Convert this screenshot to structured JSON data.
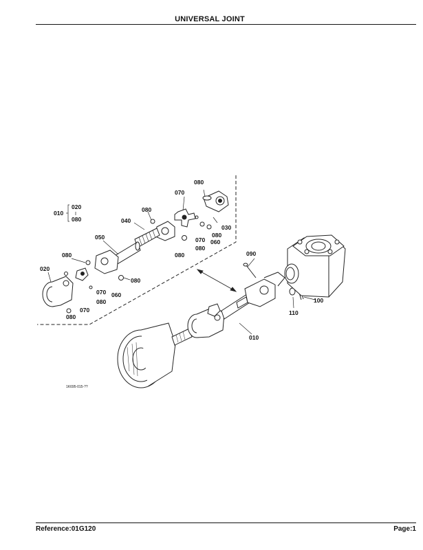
{
  "page": {
    "title": "UNIVERSAL JOINT",
    "reference": "Reference:01G120",
    "page_number": "Page:1"
  },
  "diagram": {
    "drawing_code": "1K695-015-??",
    "callouts": {
      "c010_group_a": "010",
      "c010_group_b": "020",
      "c010_group_c": "080",
      "c080_top": "080",
      "c070_top": "070",
      "c080_mid_a": "080",
      "c040": "040",
      "c030": "030",
      "c080_r1": "080",
      "c070_r": "070",
      "c060_r": "060",
      "c080_r2": "080",
      "c050": "050",
      "c080_bottom_mid": "080",
      "c080_left_top": "080",
      "c020": "020",
      "c080_side": "080",
      "c070_mid": "070",
      "c060_mid": "060",
      "c080_mid2": "080",
      "c070_low": "070",
      "c080_low": "080",
      "c090": "090",
      "c100": "100",
      "c110": "110",
      "c010_main": "010"
    }
  }
}
